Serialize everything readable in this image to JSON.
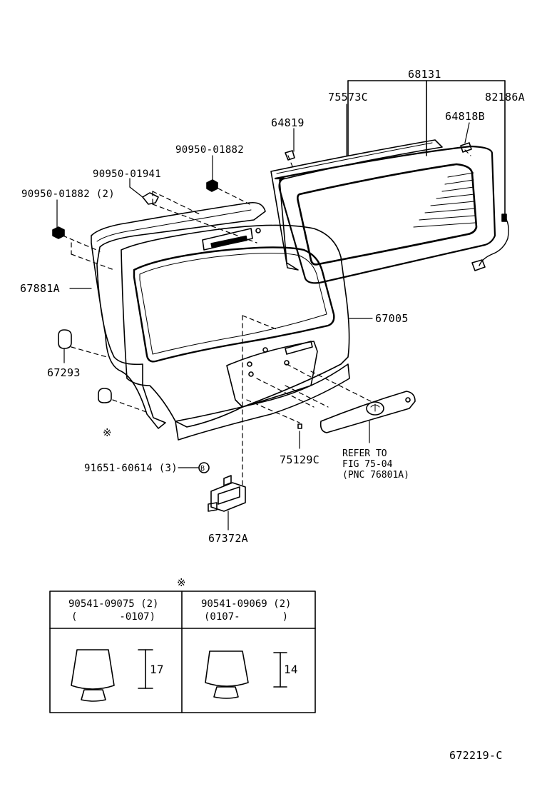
{
  "labels": {
    "p68131": "68131",
    "p75573C": "75573C",
    "p82186A": "82186A",
    "p64819": "64819",
    "p64818B": "64818B",
    "p90950_01882_top": "90950-01882",
    "p90950_01941": "90950-01941",
    "p90950_01882_2": "90950-01882 (2)",
    "p67881A": "67881A",
    "p67005": "67005",
    "p67293": "67293",
    "p_note_mark": "※",
    "p75129C": "75129C",
    "p91651_60614": "91651-60614 (3)",
    "p67372A": "67372A",
    "fig_code": "672219-C"
  },
  "reference_note": {
    "line1": "REFER TO",
    "line2": "FIG 75-04",
    "line3": "(PNC 76801A)"
  },
  "variant_table": {
    "mark": "※",
    "col1": {
      "part": "90541-09075 (2)",
      "range": "(       -0107)",
      "dimension": "17"
    },
    "col2": {
      "part": "90541-09069 (2)",
      "range": "(0107-       )",
      "dimension": "14"
    }
  }
}
